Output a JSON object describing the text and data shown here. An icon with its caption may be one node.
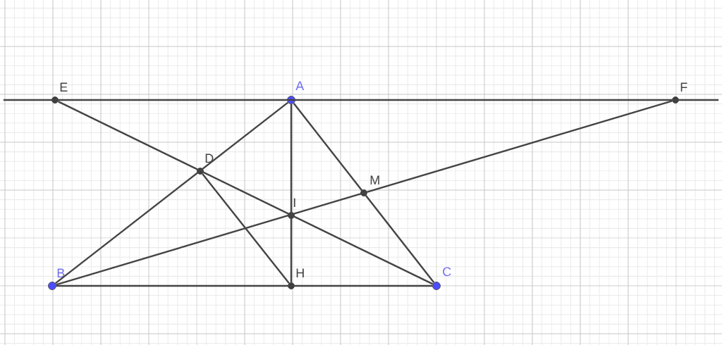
{
  "diagram": {
    "nodes": [
      {
        "text": [],
        "shape": "circle",
        "beside": [
          "E"
        ]
      },
      {
        "text": [],
        "shape": "circle",
        "beside": [
          "A"
        ]
      },
      {
        "text": [],
        "shape": "circle",
        "beside": [
          "F"
        ]
      },
      {
        "text": [],
        "shape": "circle",
        "beside": [
          "D"
        ]
      },
      {
        "text": [],
        "shape": "circle",
        "beside": [
          "M"
        ]
      },
      {
        "text": [],
        "shape": "circle",
        "beside": [
          "I"
        ]
      },
      {
        "text": [],
        "shape": "circle",
        "beside": [
          "B"
        ]
      },
      {
        "text": [],
        "shape": "circle",
        "beside": [
          "H"
        ]
      },
      {
        "text": [],
        "shape": "circle",
        "beside": [
          "C"
        ]
      }
    ],
    "edges": [
      {
        "from": 0,
        "to": 2,
        "arrow": "none"
      },
      {
        "from": 0,
        "to": 8,
        "arrow": "none"
      },
      {
        "from": 1,
        "to": 6,
        "arrow": "none"
      },
      {
        "from": 1,
        "to": 8,
        "arrow": "none"
      },
      {
        "from": 1,
        "to": 7,
        "arrow": "none"
      },
      {
        "from": 6,
        "to": 2,
        "arrow": "none"
      },
      {
        "from": 3,
        "to": 7,
        "arrow": "none"
      },
      {
        "from": 6,
        "to": 8,
        "arrow": "none"
      }
    ]
  }
}
